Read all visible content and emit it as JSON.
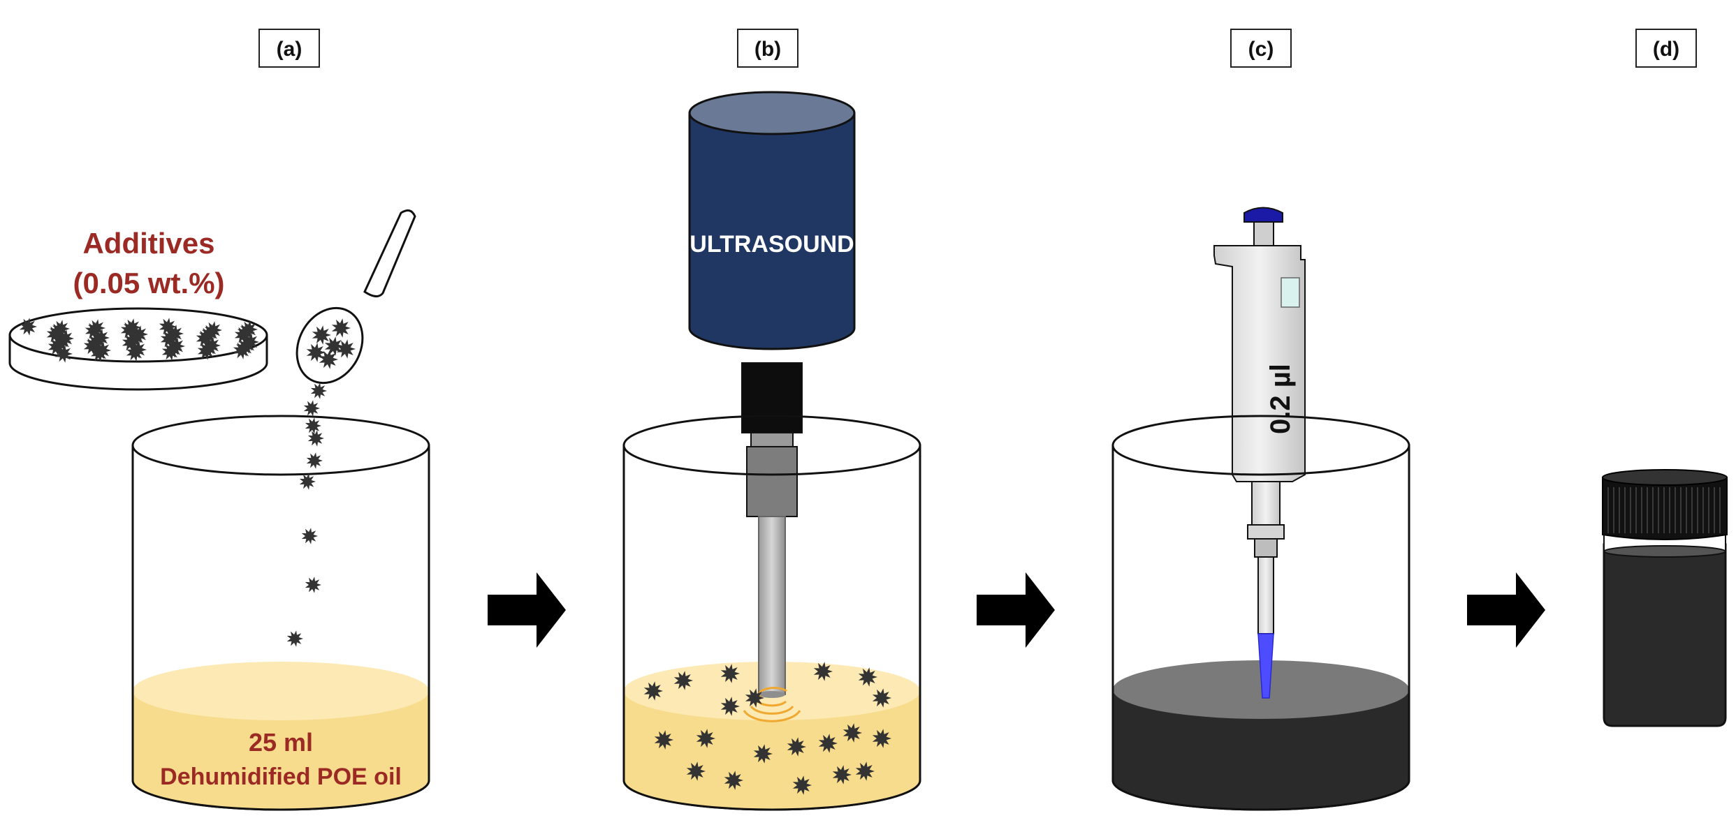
{
  "panels": [
    {
      "label": "(a)"
    },
    {
      "label": "(b)"
    },
    {
      "label": "(c)"
    },
    {
      "label": "(d)"
    }
  ],
  "panel_a": {
    "additives_title": "Additives",
    "additives_amount": "(0.05 wt.%)",
    "volume": "25 ml",
    "oil_name": "Dehumidified POE oil"
  },
  "panel_b": {
    "ultrasound_label": "ULTRASOUND"
  },
  "panel_c": {
    "pipette_volume": "0.2 µl"
  },
  "colors": {
    "additive_text": "#9b2a25",
    "oil_dark": "#f7dc8d",
    "oil_light": "#fde9b3",
    "ultrasound_body": "#213763",
    "ultrasound_top": "#6a7a96",
    "particle": "#333333",
    "nanofluid": "#2a2a2a",
    "pipette_tip": "#4d4dff",
    "pipette_button": "#1a1aa6"
  }
}
